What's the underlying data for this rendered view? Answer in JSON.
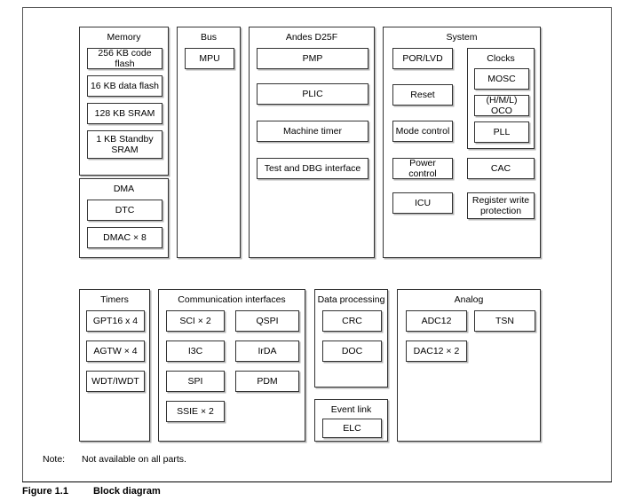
{
  "figure": {
    "number": "Figure 1.1",
    "title": "Block diagram"
  },
  "note": {
    "label": "Note:",
    "text": "Not available on all parts."
  },
  "colors": {
    "box_border": "#333333",
    "frame_border": "#555555",
    "shadow": "#b5b5b5",
    "text": "#000000",
    "background": "#ffffff"
  },
  "groups": {
    "memory": {
      "title": "Memory",
      "blocks": [
        "256 KB code flash",
        "16 KB data flash",
        "128 KB SRAM",
        "1 KB Standby SRAM"
      ]
    },
    "dma": {
      "title": "DMA",
      "blocks": [
        "DTC",
        "DMAC × 8"
      ]
    },
    "bus": {
      "title": "Bus",
      "blocks": [
        "MPU"
      ]
    },
    "cpu": {
      "title": "Andes D25F",
      "blocks": [
        "PMP",
        "PLIC",
        "Machine timer",
        "Test and DBG interface"
      ]
    },
    "system": {
      "title": "System",
      "left_blocks": [
        "POR/LVD",
        "Reset",
        "Mode control",
        "Power control",
        "ICU"
      ],
      "clocks": {
        "title": "Clocks",
        "blocks": [
          "MOSC",
          "(H/M/L) OCO",
          "PLL"
        ]
      },
      "right_blocks": [
        "CAC",
        "Register write protection"
      ]
    },
    "timers": {
      "title": "Timers",
      "blocks": [
        "GPT16 x 4",
        "AGTW × 4",
        "WDT/IWDT"
      ]
    },
    "communication": {
      "title": "Communication interfaces",
      "left_blocks": [
        "SCI × 2",
        "I3C",
        "SPI",
        "SSIE × 2"
      ],
      "right_blocks": [
        "QSPI",
        "IrDA",
        "PDM"
      ]
    },
    "data_processing": {
      "title": "Data processing",
      "blocks": [
        "CRC",
        "DOC"
      ]
    },
    "event_link": {
      "title": "Event link",
      "blocks": [
        "ELC"
      ]
    },
    "analog": {
      "title": "Analog",
      "left_blocks": [
        "ADC12",
        "DAC12 × 2"
      ],
      "right_blocks": [
        "TSN"
      ]
    }
  }
}
